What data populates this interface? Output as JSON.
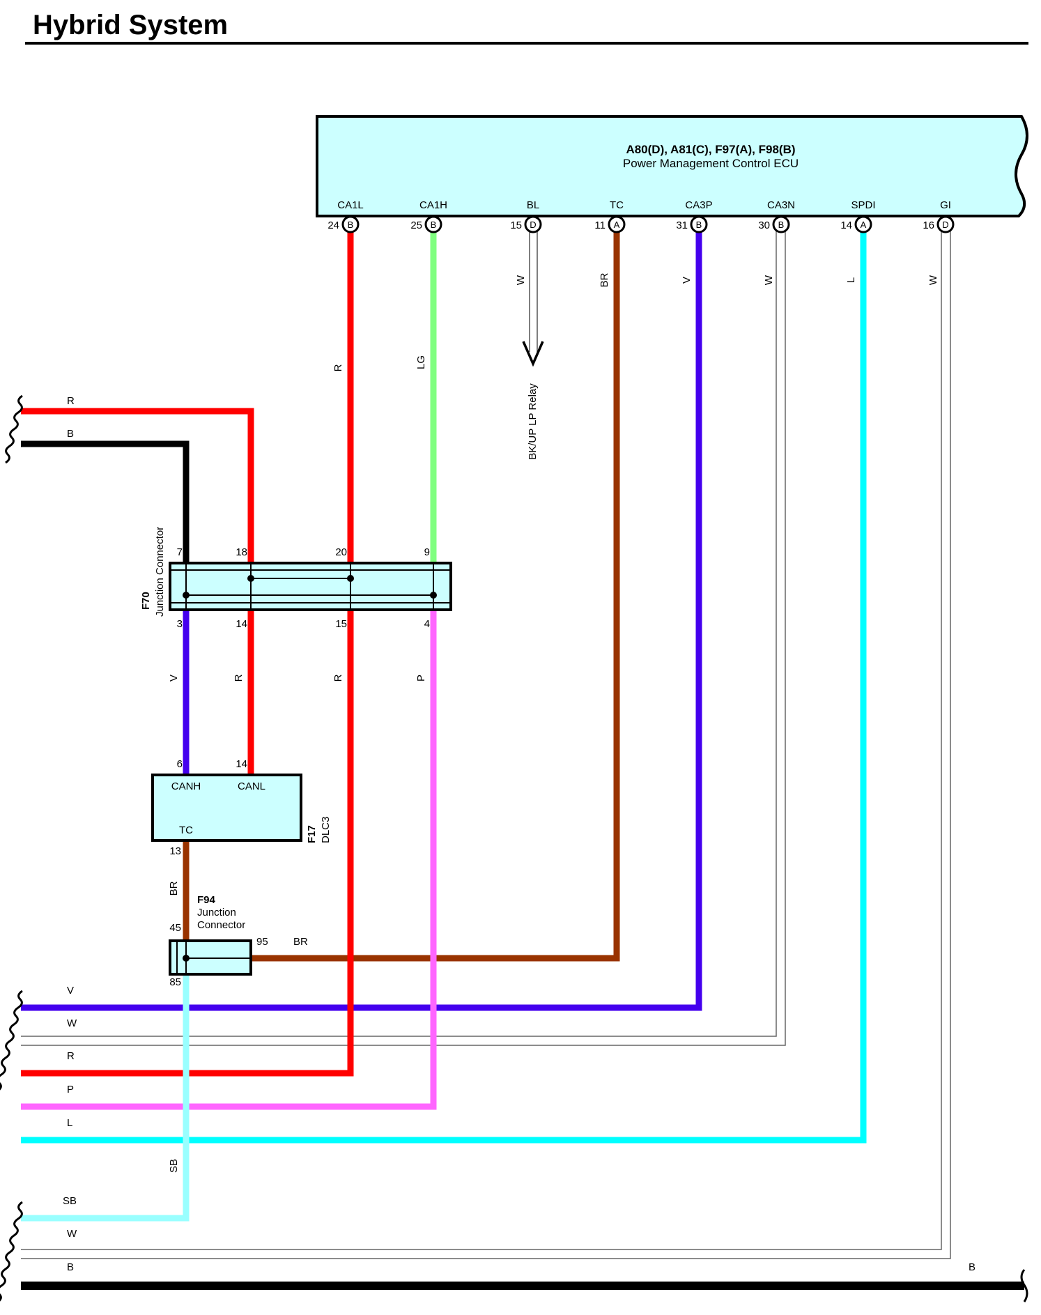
{
  "page": {
    "title": "Hybrid System"
  },
  "colors": {
    "R": "#ff0000",
    "B": "#000000",
    "LG": "#80ff80",
    "BR": "#993300",
    "V": "#4400ee",
    "L": "#00ffff",
    "P": "#ff66ff",
    "SB": "#99ffff",
    "W": "#777777",
    "box_fill": "#ccffff"
  },
  "ecu": {
    "id": "A80(D), A81(C), F97(A), F98(B)",
    "name": "Power Management Control ECU",
    "terminals": [
      {
        "name": "CA1L",
        "pin": "24",
        "conn": "B"
      },
      {
        "name": "CA1H",
        "pin": "25",
        "conn": "B"
      },
      {
        "name": "BL",
        "pin": "15",
        "conn": "D"
      },
      {
        "name": "TC",
        "pin": "11",
        "conn": "A"
      },
      {
        "name": "CA3P",
        "pin": "31",
        "conn": "B"
      },
      {
        "name": "CA3N",
        "pin": "30",
        "conn": "B"
      },
      {
        "name": "SPDI",
        "pin": "14",
        "conn": "A"
      },
      {
        "name": "GI",
        "pin": "16",
        "conn": "D"
      }
    ],
    "wire_colors": [
      "R",
      "LG",
      "W",
      "BR",
      "V",
      "W",
      "L",
      "W"
    ],
    "relay_label": "BK/UP LP Relay"
  },
  "f70": {
    "id": "F70",
    "name": "Junction Connector",
    "top_pins": [
      "7",
      "18",
      "20",
      "9"
    ],
    "bottom_pins": [
      "3",
      "14",
      "15",
      "4"
    ],
    "bottom_wires": [
      "V",
      "R",
      "R",
      "P"
    ]
  },
  "f17": {
    "id": "F17",
    "name": "DLC3",
    "pins": {
      "canh": "6",
      "canl": "14",
      "tc": "13"
    },
    "labels": {
      "canh": "CANH",
      "canl": "CANL",
      "tc": "TC"
    }
  },
  "f94": {
    "id": "F94",
    "name_line1": "Junction",
    "name_line2": "Connector",
    "pins": {
      "top": "45",
      "right": "95",
      "bottom": "85"
    },
    "wire_labels": {
      "top": "BR",
      "right": "BR",
      "bottom": "SB"
    }
  },
  "left_wires": {
    "top": [
      "R",
      "B"
    ],
    "bottom": [
      "V",
      "W",
      "R",
      "P",
      "L",
      "SB",
      "W",
      "B"
    ],
    "bottom_right_label": "B"
  }
}
